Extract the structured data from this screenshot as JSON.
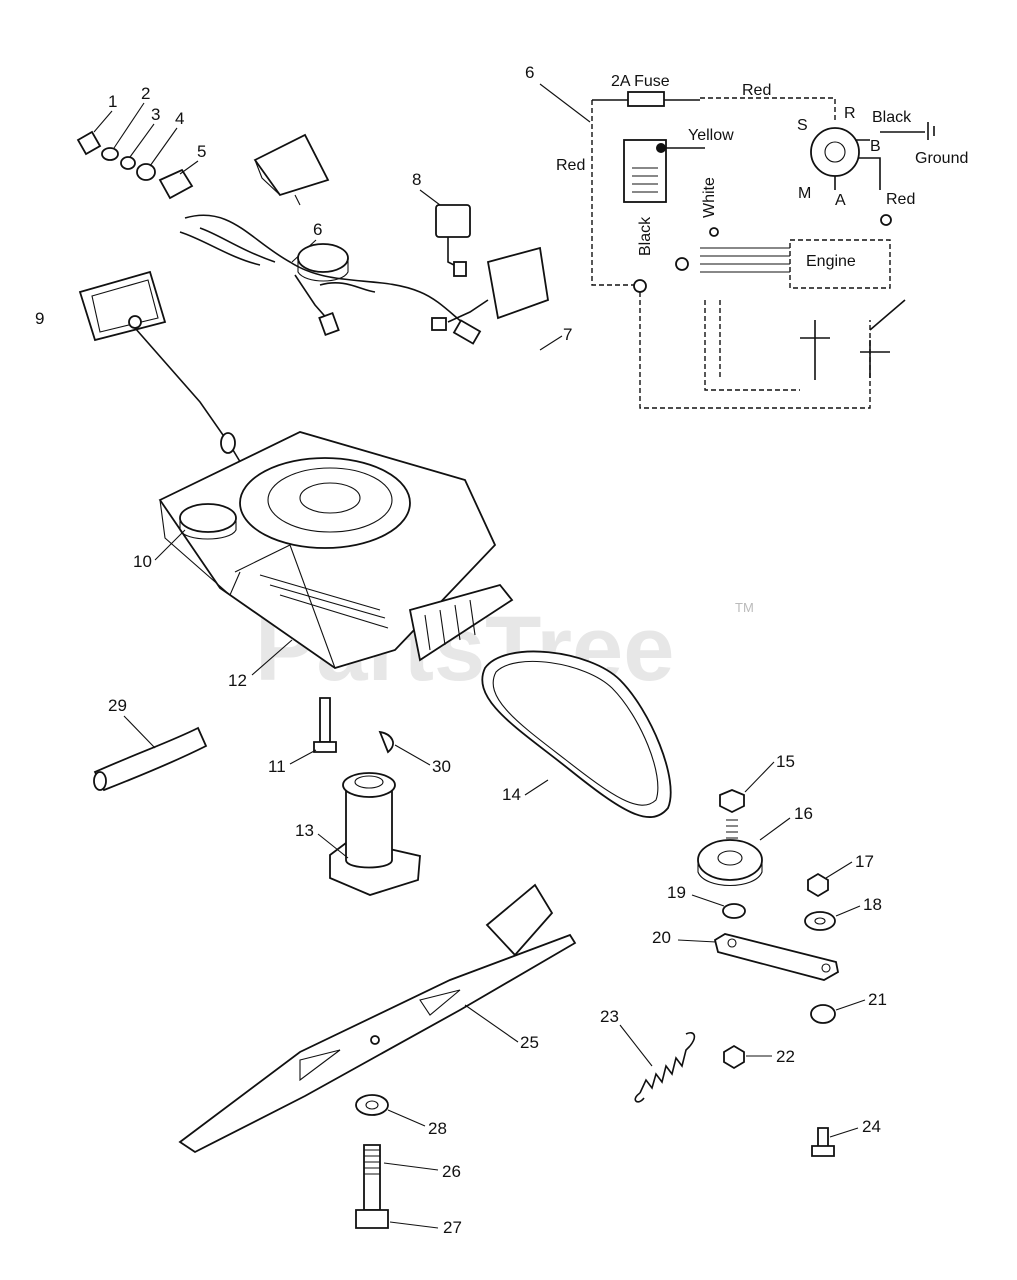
{
  "watermark": {
    "brand": "PartsTree",
    "trademark": "TM"
  },
  "callouts": {
    "c1": "1",
    "c2": "2",
    "c3": "3",
    "c4": "4",
    "c5": "5",
    "c6a": "6",
    "c6b": "6",
    "c7": "7",
    "c8": "8",
    "c9": "9",
    "c10": "10",
    "c11": "11",
    "c12": "12",
    "c13": "13",
    "c14": "14",
    "c15": "15",
    "c16": "16",
    "c17": "17",
    "c18": "18",
    "c19": "19",
    "c20": "20",
    "c21": "21",
    "c22": "22",
    "c23": "23",
    "c24": "24",
    "c25": "25",
    "c26": "26",
    "c27": "27",
    "c28": "28",
    "c29": "29",
    "c30": "30"
  },
  "wiring": {
    "fuse": "2A Fuse",
    "red_left": "Red",
    "red_top": "Red",
    "red_right": "Red",
    "yellow": "Yellow",
    "white": "White",
    "black_vertical": "Black",
    "black_top": "Black",
    "ground": "Ground",
    "engine": "Engine",
    "pin_s": "S",
    "pin_r": "R",
    "pin_b": "B",
    "pin_m": "M",
    "pin_a": "A"
  }
}
